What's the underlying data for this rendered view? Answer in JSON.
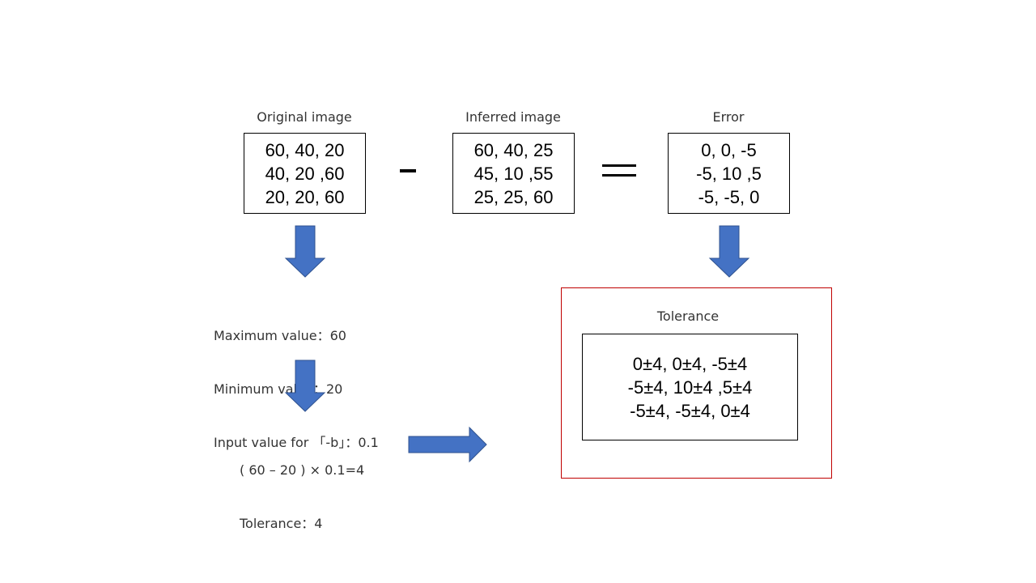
{
  "original": {
    "title": "Original image",
    "rows": [
      "60, 40, 20",
      "40, 20 ,60",
      "20, 20, 60"
    ]
  },
  "minus_sign": "-",
  "inferred": {
    "title": "Inferred image",
    "rows": [
      "60, 40, 25",
      "45, 10 ,55",
      "25, 25, 60"
    ]
  },
  "equals_sign": "=",
  "error": {
    "title": "Error",
    "rows": [
      "0, 0, -5",
      "-5, 10 ,5",
      "-5, -5, 0"
    ]
  },
  "params": {
    "lines": [
      "Maximum value：60",
      "Minimum value：20",
      "Input value for 「-b」：0.1"
    ]
  },
  "calc": {
    "lines": [
      "( 60 – 20 ) × 0.1=4",
      "Tolerance：4"
    ]
  },
  "tolerance": {
    "title": "Tolerance",
    "rows": [
      "0±4, 0±4, -5±4",
      "-5±4, 10±4 ,5±4",
      "-5±4, -5±4, 0±4"
    ]
  },
  "colors": {
    "arrow": "#4472c4",
    "arrow_stroke": "#2f528f",
    "frame": "#c00000"
  }
}
